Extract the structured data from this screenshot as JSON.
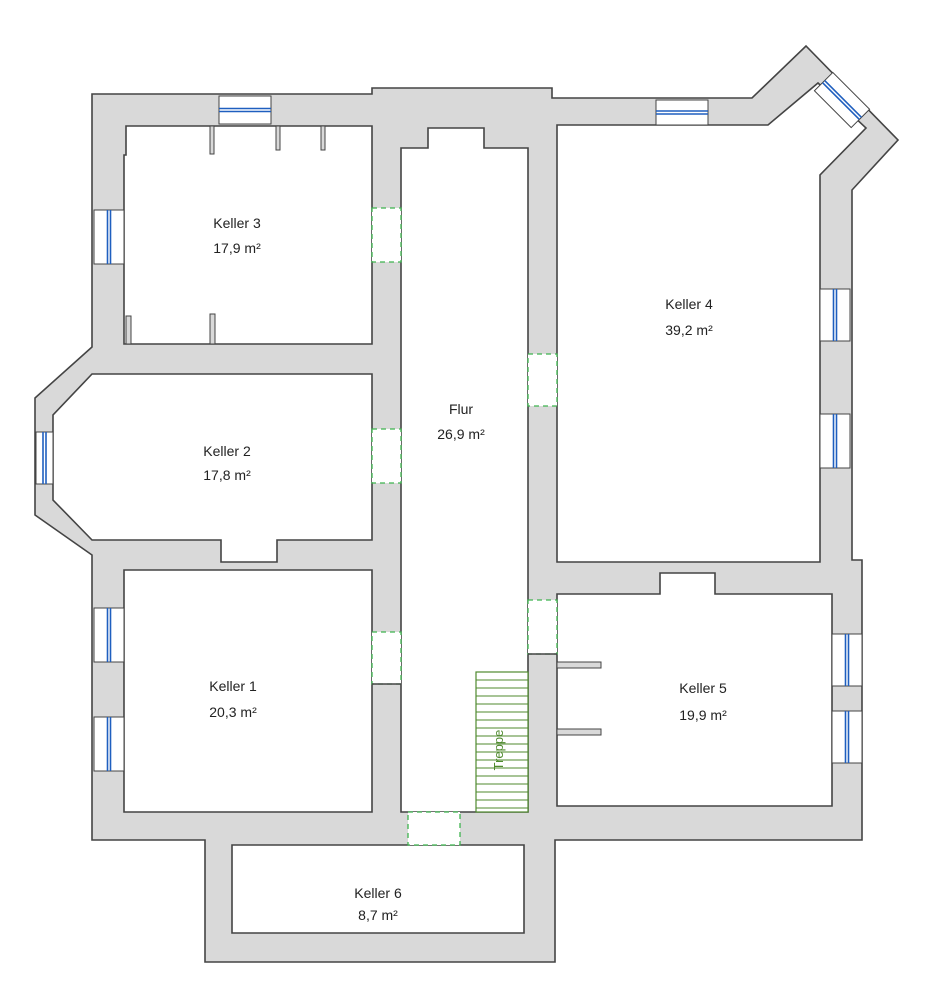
{
  "colors": {
    "wall_fill": "#d9d9d9",
    "wall_stroke": "#444444",
    "room_fill": "#ffffff",
    "window": "#1f5fbf",
    "door_dash": "#3fb34f",
    "stair": "#4f8a2e"
  },
  "rooms": {
    "keller1": {
      "name": "Keller 1",
      "area": "20,3 m²"
    },
    "keller2": {
      "name": "Keller 2",
      "area": "17,8 m²"
    },
    "keller3": {
      "name": "Keller 3",
      "area": "17,9 m²"
    },
    "keller4": {
      "name": "Keller 4",
      "area": "39,2 m²"
    },
    "keller5": {
      "name": "Keller 5",
      "area": "19,9 m²"
    },
    "keller6": {
      "name": "Keller 6",
      "area": "8,7 m²"
    },
    "flur": {
      "name": "Flur",
      "area": "26,9 m²"
    }
  },
  "stairs": {
    "label": "Treppe"
  }
}
